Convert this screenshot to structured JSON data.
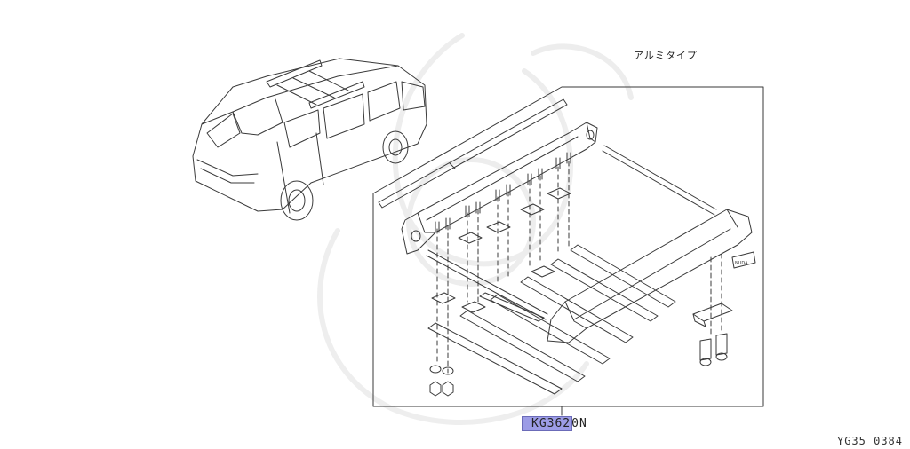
{
  "diagram": {
    "type_label": "アルミタイプ",
    "part_code_highlight": "KG362",
    "part_code_rest": "0N",
    "diagram_id": "YG35 0384",
    "bracket_tag": "NUDA"
  },
  "colors": {
    "line": "#3a3a3a",
    "highlight": "#9c9ce6",
    "watermark": "#ececec"
  }
}
